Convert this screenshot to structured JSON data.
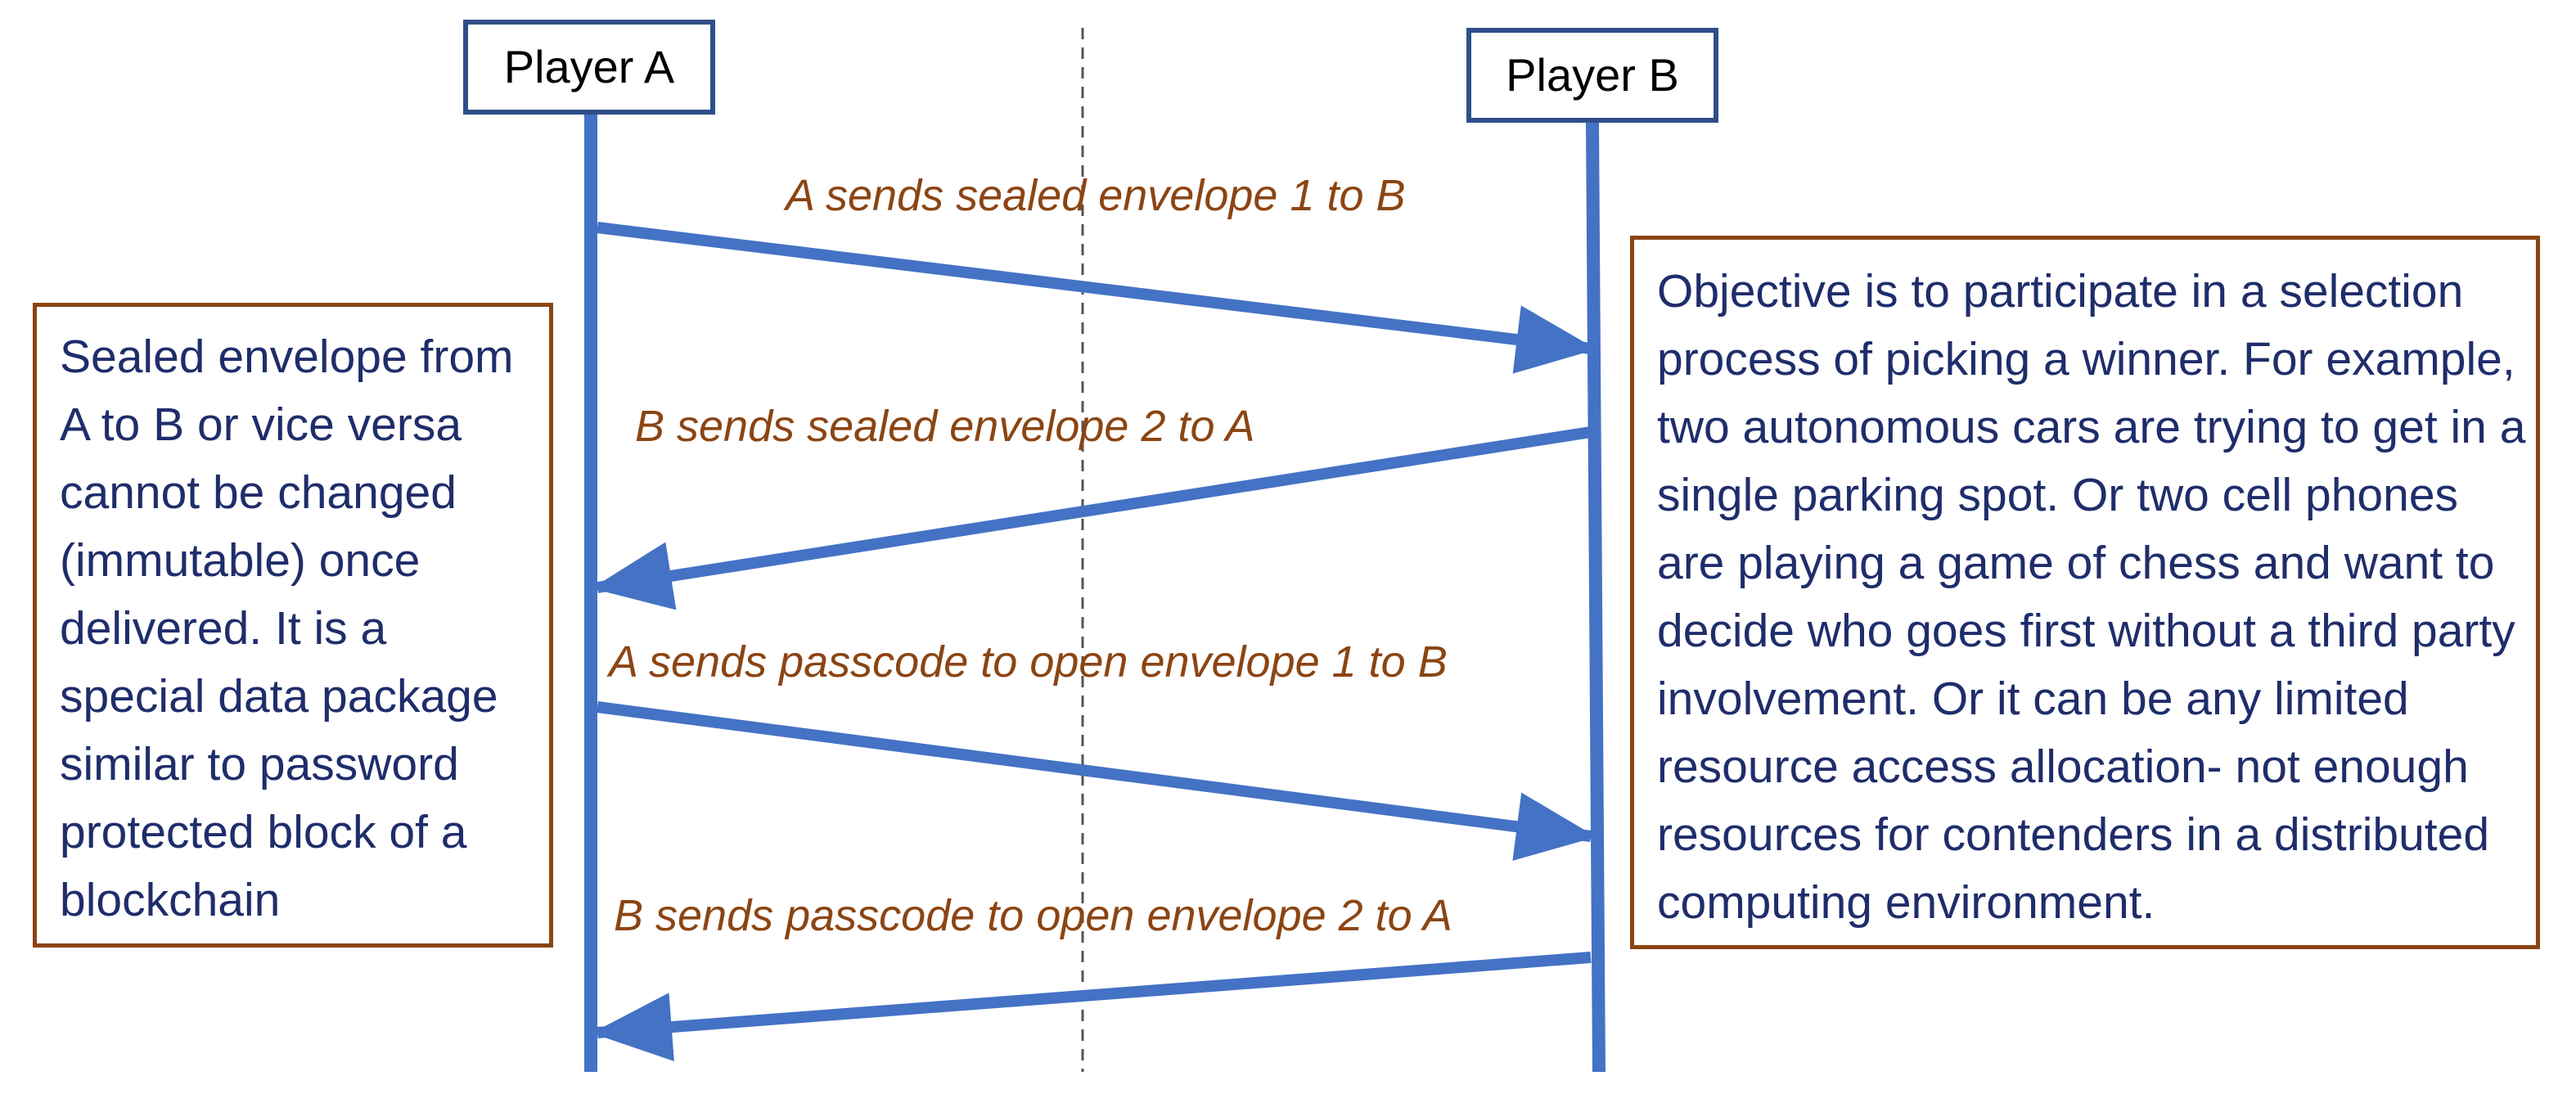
{
  "actors": {
    "a": {
      "label": "Player A"
    },
    "b": {
      "label": "Player B"
    }
  },
  "messages": [
    {
      "text": "A sends sealed envelope 1 to B",
      "from": "a",
      "to": "b"
    },
    {
      "text": "B sends sealed envelope 2 to A",
      "from": "b",
      "to": "a"
    },
    {
      "text": "A sends passcode to open envelope 1 to B",
      "from": "a",
      "to": "b"
    },
    {
      "text": "B sends passcode to open envelope 2 to A",
      "from": "b",
      "to": "a"
    }
  ],
  "notes": {
    "left": "Sealed envelope from A to B or vice versa cannot be changed (immutable) once delivered. It is a special data package similar to password protected block of a blockchain",
    "right": "Objective is to participate in a selection process of picking a winner. For example, two autonomous cars are trying to get in a single parking spot. Or two cell phones are playing a game of chess and want to decide who goes first without a third party involvement. Or it can be any limited resource access allocation- not enough resources for contenders in a distributed computing environment."
  },
  "colors": {
    "lifeline": "#4472c4",
    "actor_border": "#2f4f8a",
    "message_text": "#8b4513",
    "note_border": "#8b4513",
    "note_text": "#1f2d6b",
    "divider": "#555555"
  }
}
